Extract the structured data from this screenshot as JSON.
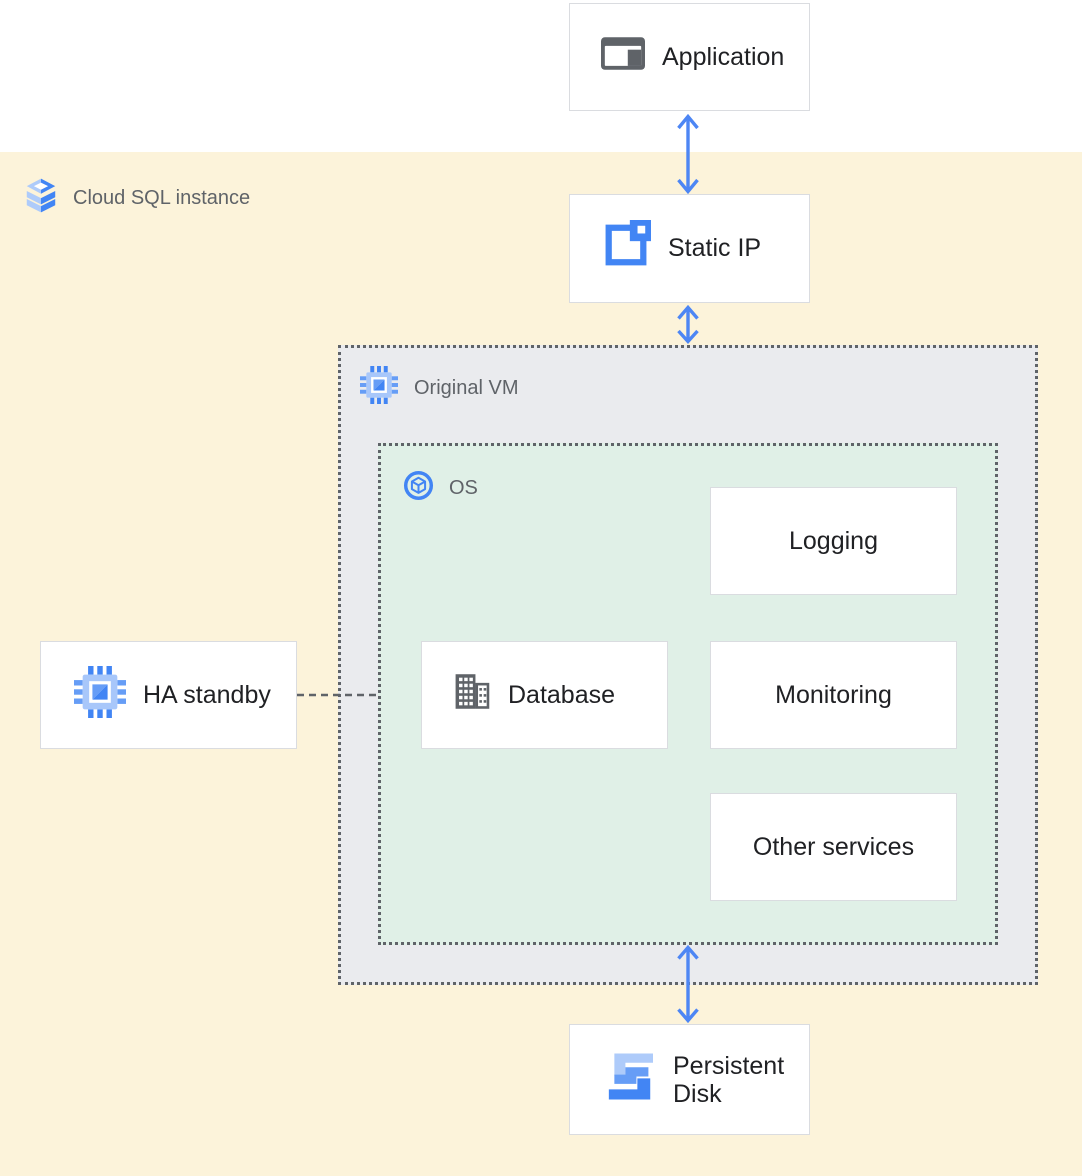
{
  "diagram": {
    "cloud_sql_region": {
      "label": "Cloud SQL instance",
      "bg": "#fcf3da"
    },
    "original_vm": {
      "label": "Original VM",
      "bg": "#eaebee"
    },
    "os": {
      "label": "OS",
      "bg": "#e0f0e7"
    },
    "nodes": {
      "application": {
        "label": "Application"
      },
      "static_ip": {
        "label": "Static IP"
      },
      "ha_standby": {
        "label": "HA standby"
      },
      "database": {
        "label": "Database"
      },
      "logging": {
        "label": "Logging"
      },
      "monitoring": {
        "label": "Monitoring"
      },
      "other_services": {
        "label": "Other services"
      },
      "persistent_disk": {
        "label": "Persistent Disk"
      }
    },
    "connectors": {
      "application_static_ip": "bidirectional-arrow",
      "static_ip_original_vm": "bidirectional-arrow",
      "os_persistent_disk": "bidirectional-arrow",
      "ha_standby_original_vm": "dashed-line"
    },
    "colors": {
      "arrow_blue": "#4d86f4",
      "node_border": "#dadce0",
      "dotted_border": "#5f6368",
      "node_text": "#202124",
      "region_text": "#5f6368",
      "icon_blue": "#4285f4",
      "icon_blue_mid": "#669df6",
      "icon_blue_light": "#aecbfa",
      "icon_gray": "#5f6368"
    }
  }
}
